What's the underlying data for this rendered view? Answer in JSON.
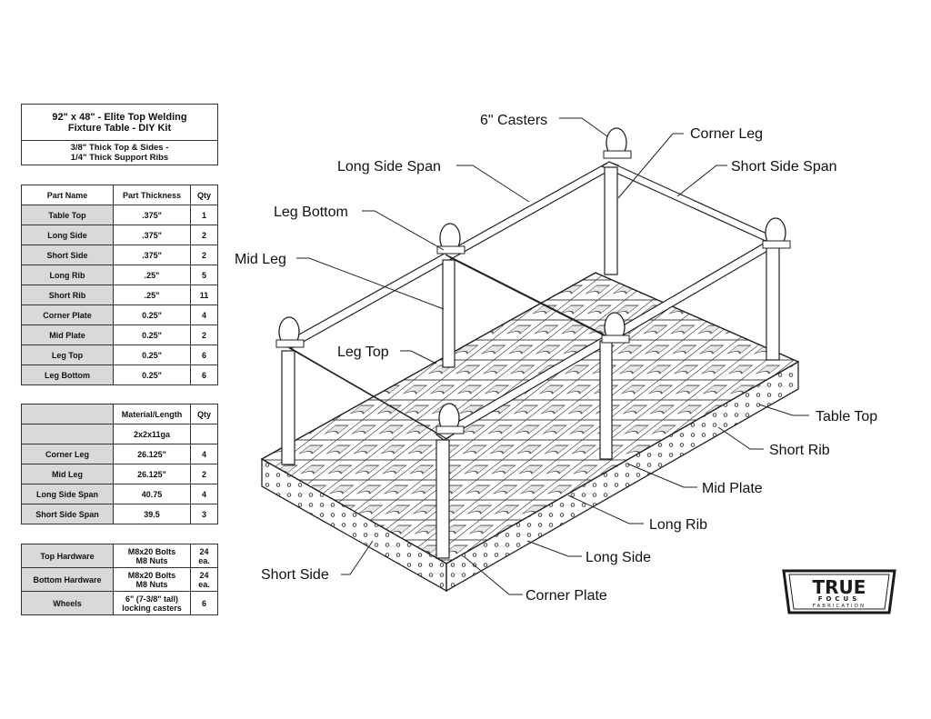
{
  "title_block": {
    "title_line1": "92\" x 48\" - Elite Top Welding",
    "title_line2": "Fixture Table - DIY Kit",
    "subtitle_line1": "3/8\" Thick Top & Sides -",
    "subtitle_line2": "1/4\" Thick Support Ribs"
  },
  "parts_table": {
    "headers": [
      "Part Name",
      "Part Thickness",
      "Qty"
    ],
    "rows": [
      [
        "Table Top",
        ".375\"",
        "1"
      ],
      [
        "Long Side",
        ".375\"",
        "2"
      ],
      [
        "Short Side",
        ".375\"",
        "2"
      ],
      [
        "Long Rib",
        ".25\"",
        "5"
      ],
      [
        "Short Rib",
        ".25\"",
        "11"
      ],
      [
        "Corner Plate",
        "0.25\"",
        "4"
      ],
      [
        "Mid Plate",
        "0.25\"",
        "2"
      ],
      [
        "Leg Top",
        "0.25\"",
        "6"
      ],
      [
        "Leg Bottom",
        "0.25\"",
        "6"
      ]
    ]
  },
  "material_table": {
    "headers": [
      "",
      "Material/Length",
      "Qty"
    ],
    "material_row": "2x2x11ga",
    "rows": [
      [
        "Corner Leg",
        "26.125\"",
        "4"
      ],
      [
        "Mid Leg",
        "26.125\"",
        "2"
      ],
      [
        "Long Side Span",
        "40.75",
        "4"
      ],
      [
        "Short Side Span",
        "39.5",
        "3"
      ]
    ]
  },
  "hardware_table": {
    "rows": [
      {
        "name": "Top Hardware",
        "spec1": "M8x20 Bolts",
        "spec2": "M8 Nuts",
        "qty": "24 ea."
      },
      {
        "name": "Bottom Hardware",
        "spec1": "M8x20 Bolts",
        "spec2": "M8 Nuts",
        "qty": "24 ea."
      },
      {
        "name": "Wheels",
        "spec1": "6\" (7-3/8\" tall)",
        "spec2": "locking casters",
        "qty": "6"
      }
    ]
  },
  "callouts": {
    "casters": "6\" Casters",
    "corner_leg": "Corner Leg",
    "long_side_span": "Long Side Span",
    "short_side_span": "Short Side Span",
    "leg_bottom": "Leg Bottom",
    "mid_leg": "Mid Leg",
    "leg_top": "Leg Top",
    "table_top": "Table Top",
    "short_rib": "Short Rib",
    "mid_plate": "Mid Plate",
    "long_rib": "Long Rib",
    "long_side": "Long Side",
    "short_side": "Short Side",
    "corner_plate": "Corner Plate"
  },
  "logo": {
    "line1": "TRUE",
    "line2": "FOCUS",
    "line3": "FABRICATION"
  }
}
